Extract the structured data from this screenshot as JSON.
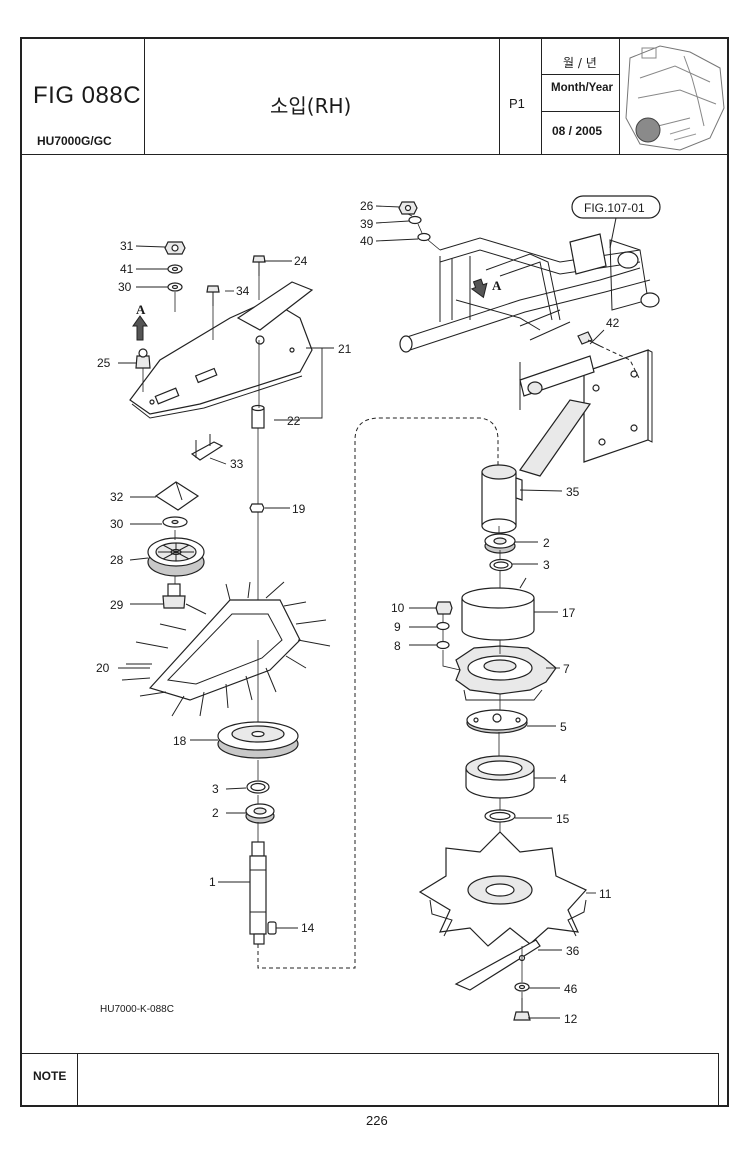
{
  "header": {
    "figure_number": "FIG 088C",
    "model": "HU7000G/GC",
    "title": "소입(RH)",
    "page_code": "P1",
    "date_label_korean": "월 / 년",
    "date_label_english": "Month/Year",
    "date_value": "08 / 2005"
  },
  "diagram": {
    "drawing_code": "HU7000-K-088C",
    "reference": "FIG.107-01",
    "arrow_marker": "A",
    "callouts": [
      "1",
      "2",
      "3",
      "4",
      "5",
      "7",
      "8",
      "9",
      "10",
      "11",
      "12",
      "14",
      "15",
      "17",
      "18",
      "19",
      "20",
      "21",
      "22",
      "24",
      "25",
      "26",
      "28",
      "29",
      "30",
      "31",
      "32",
      "33",
      "34",
      "35",
      "36",
      "39",
      "40",
      "41",
      "42",
      "46"
    ]
  },
  "note": {
    "label": "NOTE",
    "text": ""
  },
  "footer": {
    "page_number": "226"
  }
}
